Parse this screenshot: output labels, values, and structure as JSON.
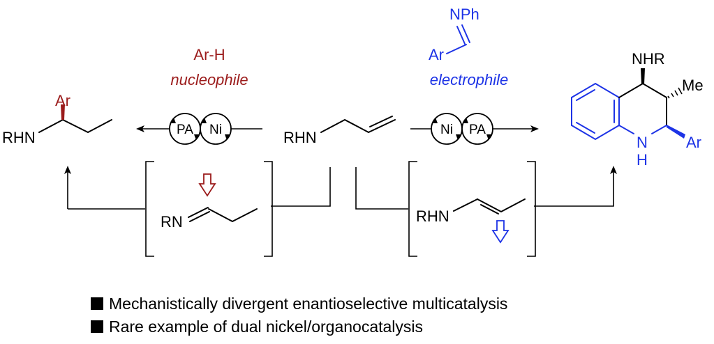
{
  "left_product": {
    "amine": "RHN",
    "aryl": "Ar"
  },
  "left_reagent": {
    "title": "Ar-H",
    "role": "nucleophile"
  },
  "center_substrate": {
    "amine": "RHN"
  },
  "right_reagent": {
    "imine": "NPh",
    "aryl": "Ar",
    "role": "electrophile"
  },
  "catalysis_left": {
    "first": "PA",
    "second": "Ni"
  },
  "catalysis_right": {
    "first": "Ni",
    "second": "PA"
  },
  "intermediate_left": {
    "imine": "RN"
  },
  "intermediate_right": {
    "amine": "RHN"
  },
  "right_product": {
    "nhr": "NHR",
    "methyl": "Me",
    "nh_n": "N",
    "nh_h": "H",
    "aryl": "Ar"
  },
  "bullets": [
    "Mechanistically divergent enantioselective multicatalysis",
    "Rare example of dual nickel/organocatalysis"
  ],
  "colors": {
    "nucleophile": "#9b1b1b",
    "electrophile": "#1d33e6",
    "ink": "#000000"
  }
}
